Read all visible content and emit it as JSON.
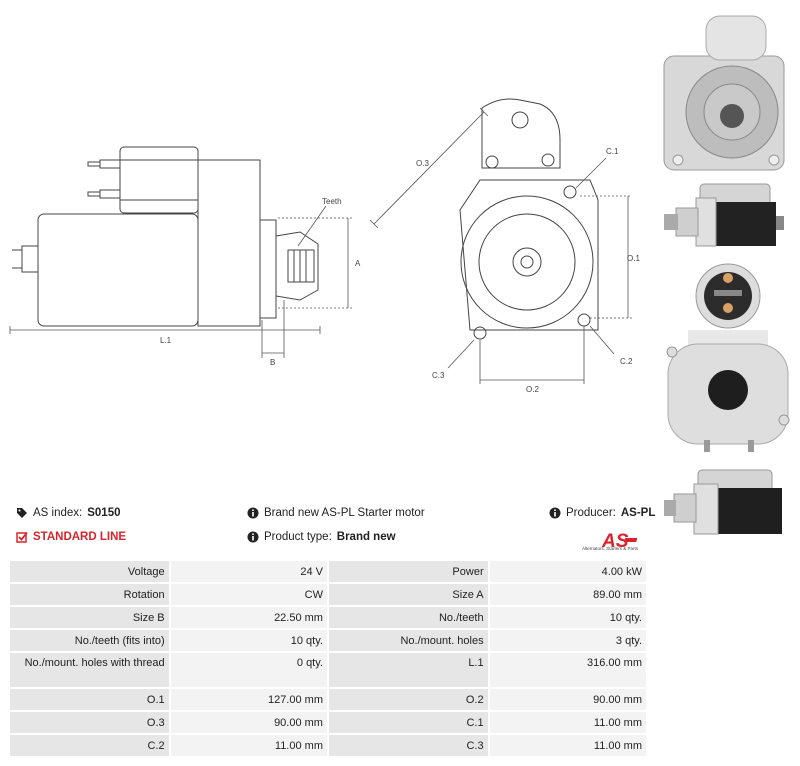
{
  "drawing_labels": {
    "teeth": "Teeth",
    "a": "A",
    "b": "B",
    "l1": "L.1",
    "o3": "O.3",
    "c1": "C.1",
    "o1": "O.1",
    "c2": "C.2",
    "c3": "C.3",
    "o2": "O.2"
  },
  "info": {
    "as_index_label": "AS index:",
    "as_index_value": "S0150",
    "standard_line": "STANDARD LINE",
    "description": "Brand new AS-PL Starter motor",
    "product_type_label": "Product type:",
    "product_type_value": "Brand new",
    "producer_label": "Producer:",
    "producer_value": "AS-PL"
  },
  "logo": {
    "text": "AS",
    "tagline": "Alternators, Starters & Parts",
    "color": "#d7252c"
  },
  "specs": [
    {
      "l1": "Voltage",
      "v1": "24 V",
      "l2": "Power",
      "v2": "4.00 kW"
    },
    {
      "l1": "Rotation",
      "v1": "CW",
      "l2": "Size A",
      "v2": "89.00 mm"
    },
    {
      "l1": "Size B",
      "v1": "22.50 mm",
      "l2": "No./teeth",
      "v2": "10 qty."
    },
    {
      "l1": "No./teeth (fits into)",
      "v1": "10 qty.",
      "l2": "No./mount. holes",
      "v2": "3 qty."
    },
    {
      "l1": "No./mount. holes with thread",
      "v1": "0 qty.",
      "l2": "L.1",
      "v2": "316.00 mm"
    },
    {
      "l1": "O.1",
      "v1": "127.00 mm",
      "l2": "O.2",
      "v2": "90.00 mm"
    },
    {
      "l1": "O.3",
      "v1": "90.00 mm",
      "l2": "C.1",
      "v2": "11.00 mm"
    },
    {
      "l1": "C.2",
      "v1": "11.00 mm",
      "l2": "C.3",
      "v2": "11.00 mm"
    }
  ]
}
